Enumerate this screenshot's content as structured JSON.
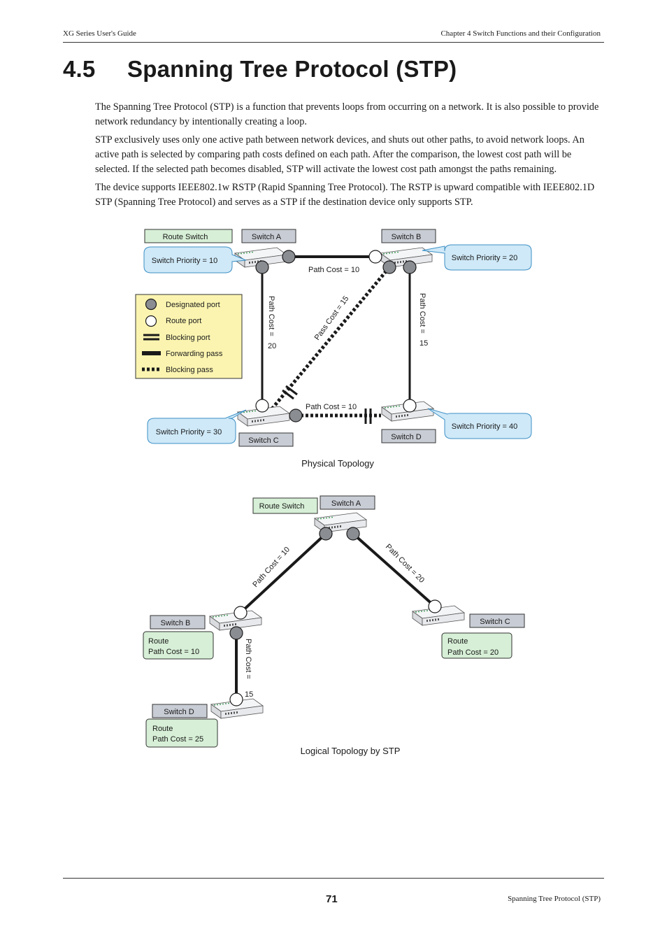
{
  "header": {
    "left": "XG Series User's Guide",
    "right": "Chapter 4 Switch Functions and their Configuration"
  },
  "section": {
    "number": "4.5",
    "title": "Spanning Tree Protocol (STP)"
  },
  "paragraphs": [
    "The Spanning Tree Protocol (STP) is a function that prevents loops from occurring on a network. It is also possible to provide network redundancy by intentionally creating a loop.",
    "STP exclusively uses only one active path between network devices, and shuts out other paths, to avoid network loops. An active path is selected by comparing path costs defined on each path. After the comparison, the lowest cost path will be selected. If the selected path becomes disabled, STP will activate the lowest cost path amongst the paths remaining.",
    "The device supports IEEE802.1w RSTP (Rapid Spanning Tree Protocol). The RSTP is upward compatible with IEEE802.1D STP (Spanning Tree Protocol) and serves as a STP if the destination device only supports STP."
  ],
  "physical": {
    "caption": "Physical Topology",
    "route_switch_label": "Route Switch",
    "switch_a": "Switch A",
    "switch_b": "Switch B",
    "switch_c": "Switch C",
    "switch_d": "Switch D",
    "priority_a": "Switch Priority = 10",
    "priority_b": "Switch Priority = 20",
    "priority_c": "Switch Priority = 30",
    "priority_d": "Switch Priority = 40",
    "cost_ab": "Path Cost  = 10",
    "cost_ac": "Path Cost  =",
    "cost_ac_value": "20",
    "cost_bd": "Path Cost  =",
    "cost_bd_value": "15",
    "cost_bc": "Pass Cost = 15",
    "cost_cd": "Path Cost = 10",
    "legend": [
      "Designated port",
      "Route port",
      "Blocking port",
      "Forwarding pass",
      "Blocking pass"
    ]
  },
  "logical": {
    "caption": "Logical Topology by STP",
    "route_switch_label": "Route Switch",
    "switch_a": "Switch A",
    "switch_b": "Switch B",
    "switch_c": "Switch C",
    "switch_d": "Switch D",
    "cost_ab": "Path Cost  = 10",
    "cost_ac": "Path Cost = 20",
    "cost_bd": "Path Cost  =",
    "cost_bd_value": "15",
    "route_b_1": "Route",
    "route_b_2": "Path Cost = 10",
    "route_c_1": "Route",
    "route_c_2": "Path Cost = 20",
    "route_d_1": "Route",
    "route_d_2": "Path Cost = 25"
  },
  "footer": {
    "page_number": "71",
    "right": "Spanning Tree Protocol (STP)"
  },
  "colors": {
    "route_switch_fill": "#d6efd6",
    "switch_label_fill": "#c8ccd4",
    "priority_fill": "#cfe9f8",
    "legend_fill": "#fbf4b0",
    "designated_port": "#8a8d92"
  }
}
